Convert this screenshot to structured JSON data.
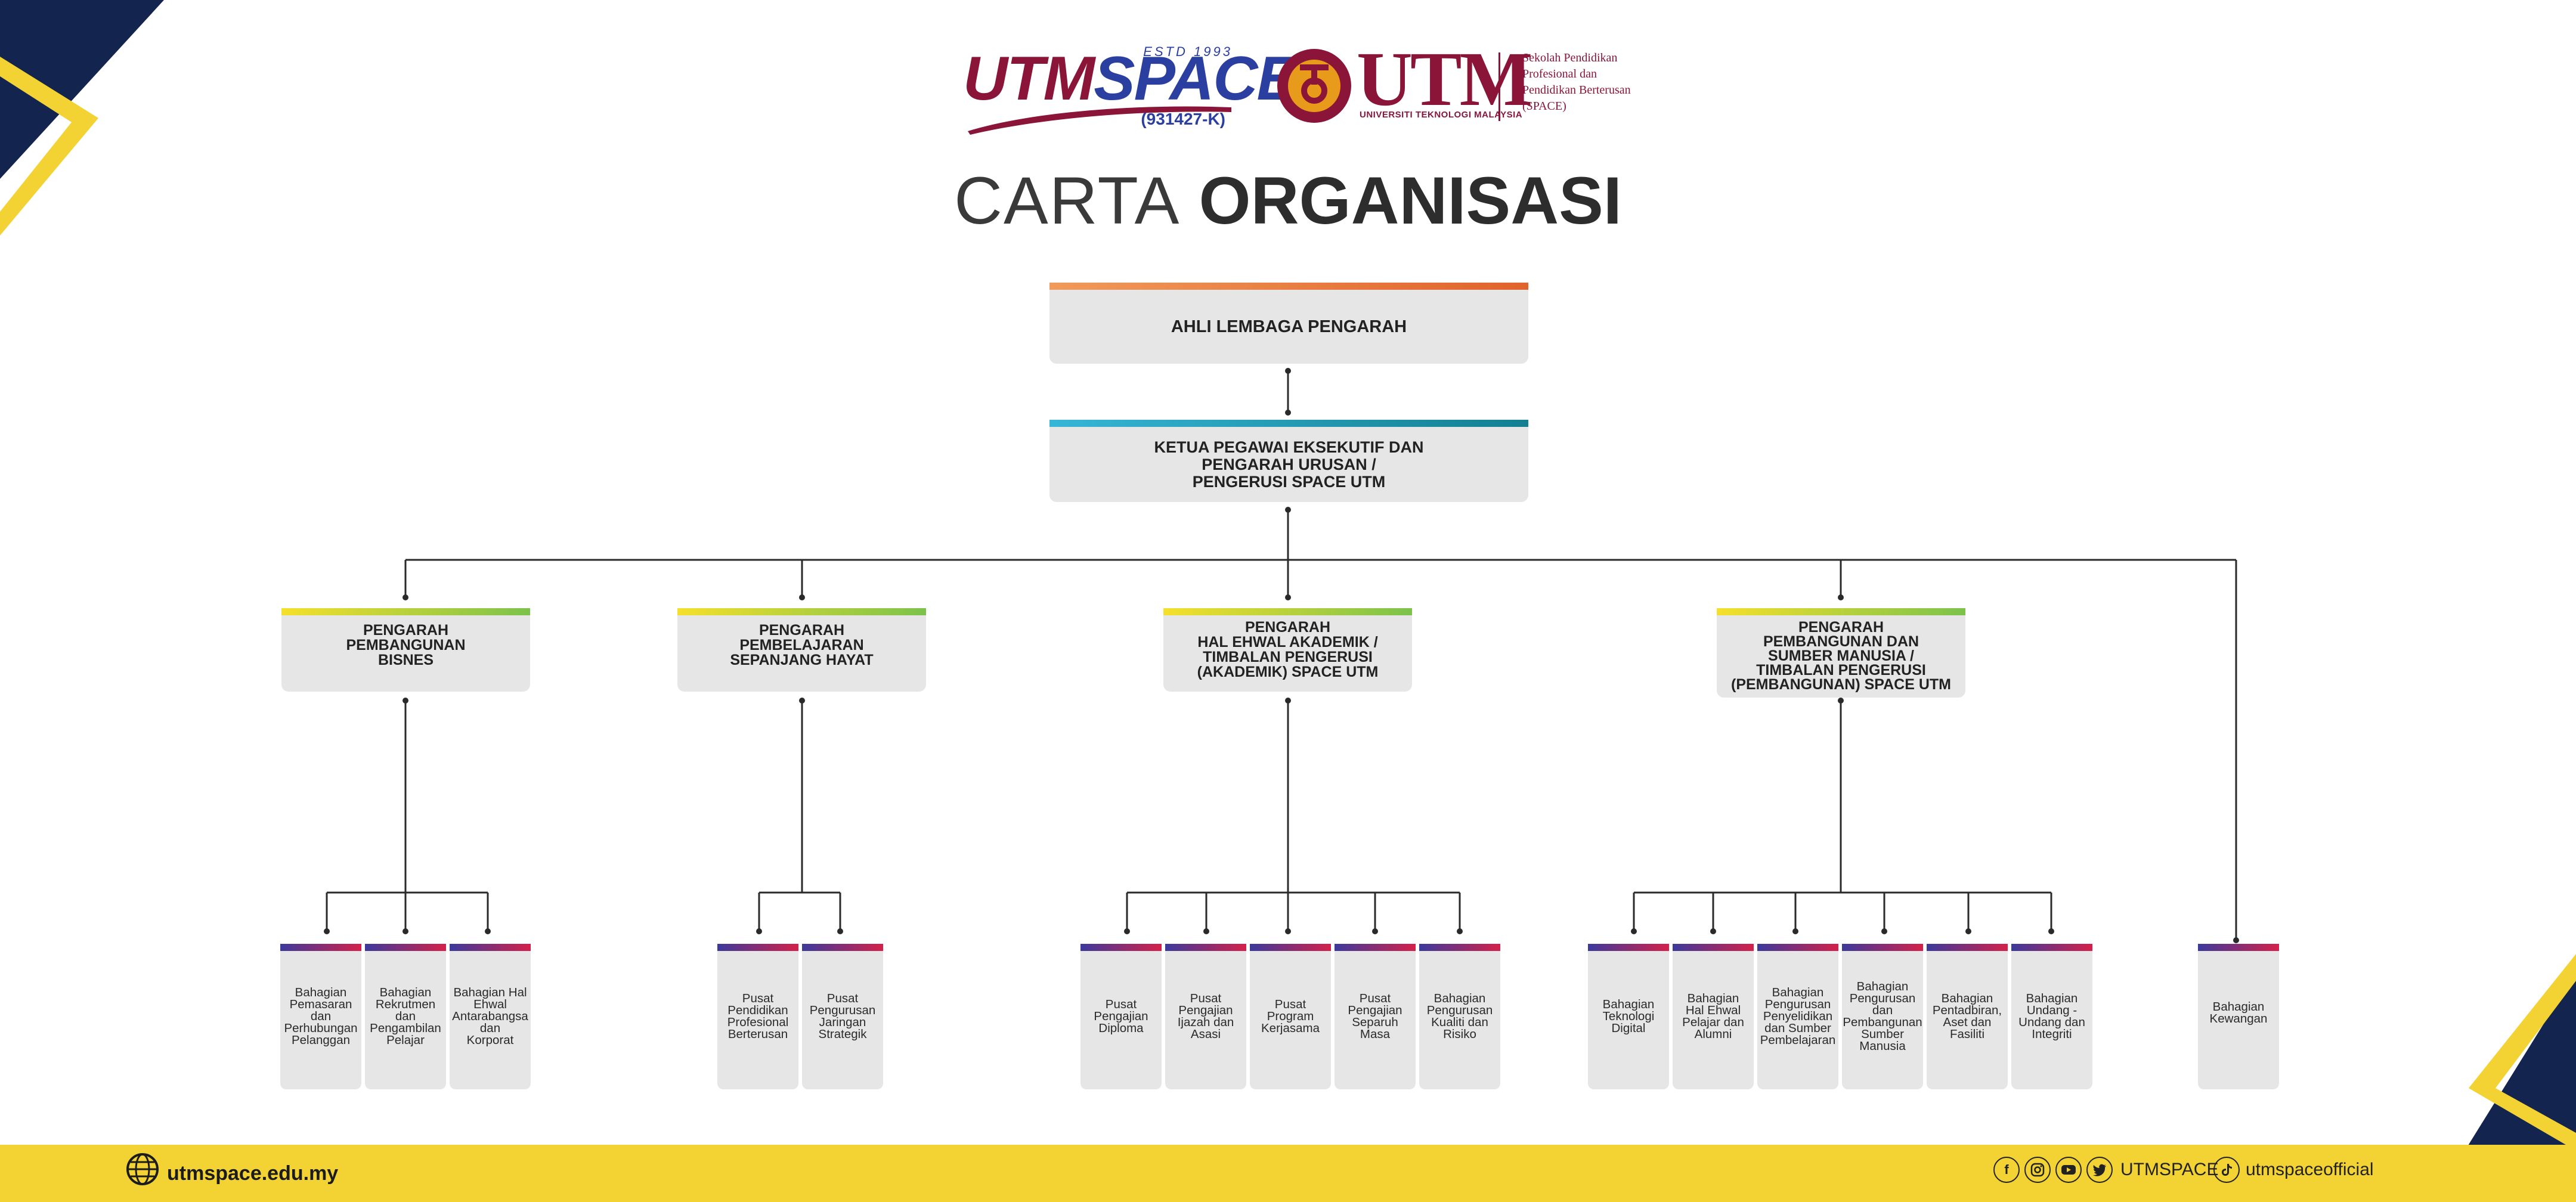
{
  "header": {
    "utmspace_logo": {
      "word_left": "UTM",
      "word_right": "SPACE",
      "estd": "ESTD 1993",
      "reg": "(931427-K)"
    },
    "utm_logo": {
      "wordmark": "UTM",
      "subtitle": "UNIVERSITI TEKNOLOGI MALAYSIA",
      "school": "Sekolah Pendidikan Profesional dan Pendidikan Berterusan (SPACE)"
    },
    "title_light": "CARTA",
    "title_bold": "ORGANISASI"
  },
  "org": {
    "board": "AHLI LEMBAGA PENGARAH",
    "ceo": "KETUA PEGAWAI EKSEKUTIF DAN\nPENGARAH URUSAN /\nPENGERUSI SPACE UTM",
    "directors": [
      "PENGARAH\nPEMBANGUNAN\nBISNES",
      "PENGARAH\nPEMBELAJARAN\nSEPANJANG HAYAT",
      "PENGARAH\nHAL EHWAL AKADEMIK /\nTIMBALAN PENGERUSI\n(AKADEMIK) SPACE UTM",
      "PENGARAH\nPEMBANGUNAN DAN\nSUMBER MANUSIA /\nTIMBALAN PENGERUSI\n(PEMBANGUNAN) SPACE UTM"
    ],
    "units_bisnes": [
      "Bahagian\nPemasaran\ndan\nPerhubungan\nPelanggan",
      "Bahagian\nRekrutmen\ndan\nPengambilan\nPelajar",
      "Bahagian Hal\nEhwal\nAntarabangsa\ndan\nKorporat"
    ],
    "units_hayat": [
      "Pusat\nPendidikan\nProfesional\nBerterusan",
      "Pusat\nPengurusan\nJaringan\nStrategik"
    ],
    "units_akademik": [
      "Pusat\nPengajian\nDiploma",
      "Pusat\nPengajian\nIjazah dan\nAsasi",
      "Pusat Program\nKerjasama",
      "Pusat\nPengajian\nSeparuh Masa",
      "Bahagian\nPengurusan\nKualiti dan\nRisiko"
    ],
    "units_pembangunan": [
      "Bahagian\nTeknologi\nDigital",
      "Bahagian\nHal Ehwal\nPelajar dan\nAlumni",
      "Bahagian\nPengurusan\nPenyelidikan\ndan Sumber\nPembelajaran",
      "Bahagian\nPengurusan\ndan\nPembangunan\nSumber\nManusia",
      "Bahagian\nPentadbiran,\nAset dan\nFasiliti",
      "Bahagian\nUndang -\nUndang dan\nIntegriti"
    ],
    "unit_kewangan": "Bahagian\nKewangan"
  },
  "footer": {
    "website": "utmspace.edu.my",
    "social_handle": "UTMSPACE",
    "tiktok_handle": "utmspaceofficial",
    "icons": [
      "globe-icon",
      "facebook-icon",
      "instagram-icon",
      "youtube-icon",
      "twitter-icon",
      "tiktok-icon"
    ]
  },
  "colors": {
    "navy": "#13244f",
    "gold": "#f3d233",
    "maroon": "#8a1538",
    "blue": "#2b3fa0",
    "box": "#e6e6e6"
  }
}
